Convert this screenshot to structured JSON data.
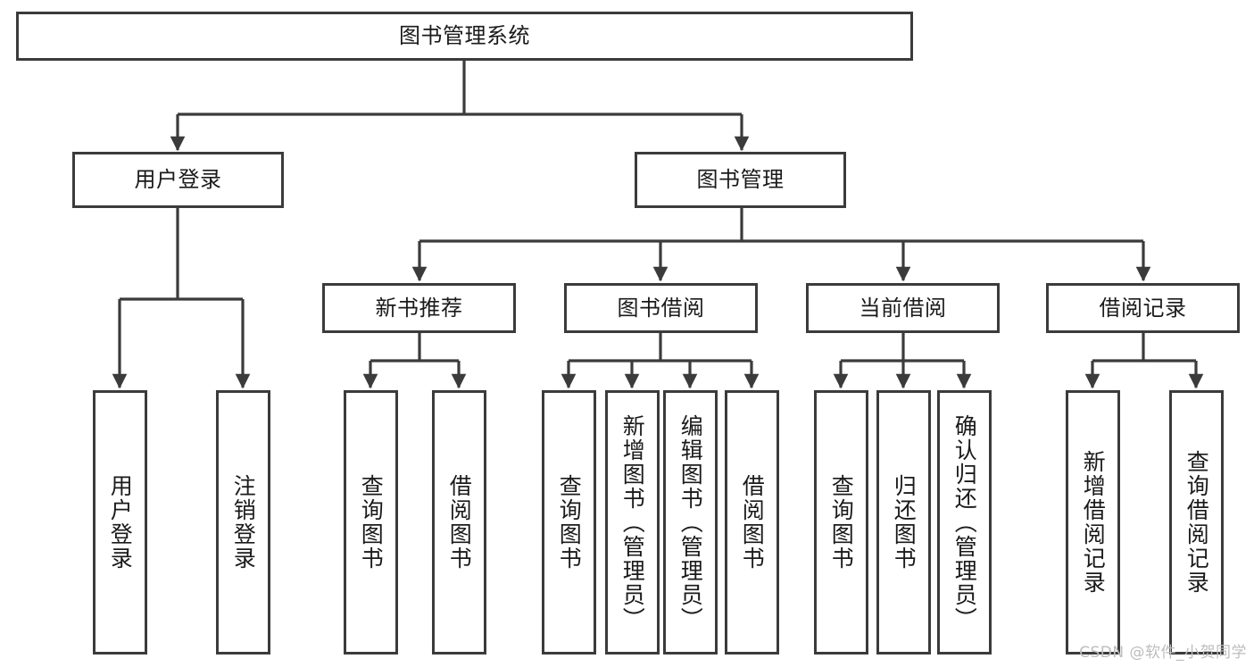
{
  "diagram": {
    "title": "图书管理系统",
    "type": "hierarchy-tree",
    "watermark": "CSDN @软件_小贺同学",
    "colors": {
      "stroke": "#3b3b3b",
      "fill": "#ffffff",
      "text": "#1a1a1a",
      "watermark": "#bdbdbd"
    },
    "levels": {
      "root": {
        "label": "图书管理系统"
      },
      "level1": [
        {
          "label": "用户登录"
        },
        {
          "label": "图书管理"
        }
      ],
      "level2": [
        {
          "label": "新书推荐",
          "parent": "图书管理"
        },
        {
          "label": "图书借阅",
          "parent": "图书管理"
        },
        {
          "label": "当前借阅",
          "parent": "图书管理"
        },
        {
          "label": "借阅记录",
          "parent": "图书管理"
        }
      ],
      "level3": [
        {
          "label": "用户登录",
          "parent": "用户登录"
        },
        {
          "label": "注销登录",
          "parent": "用户登录"
        },
        {
          "label": "查询图书",
          "parent": "新书推荐"
        },
        {
          "label": "借阅图书",
          "parent": "新书推荐"
        },
        {
          "label": "查询图书",
          "parent": "图书借阅"
        },
        {
          "label": "新增图书（管理员）",
          "parent": "图书借阅"
        },
        {
          "label": "编辑图书（管理员）",
          "parent": "图书借阅"
        },
        {
          "label": "借阅图书",
          "parent": "图书借阅"
        },
        {
          "label": "查询图书",
          "parent": "当前借阅"
        },
        {
          "label": "归还图书",
          "parent": "当前借阅"
        },
        {
          "label": "确认归还（管理员）",
          "parent": "当前借阅"
        },
        {
          "label": "新增借阅记录",
          "parent": "借阅记录"
        },
        {
          "label": "查询借阅记录",
          "parent": "借阅记录"
        }
      ]
    }
  }
}
